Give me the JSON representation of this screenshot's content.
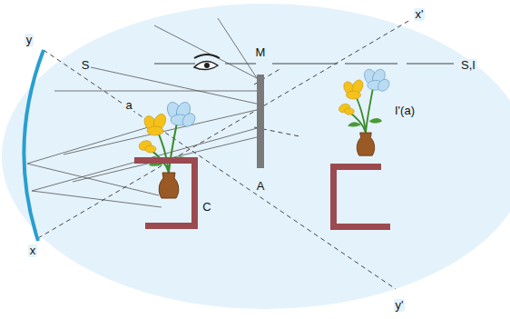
{
  "diagram": {
    "labels": [
      "x'",
      "y",
      "S",
      "M",
      "S,I",
      "a",
      "I'(a)",
      "C",
      "A",
      "x",
      "y'"
    ]
  }
}
